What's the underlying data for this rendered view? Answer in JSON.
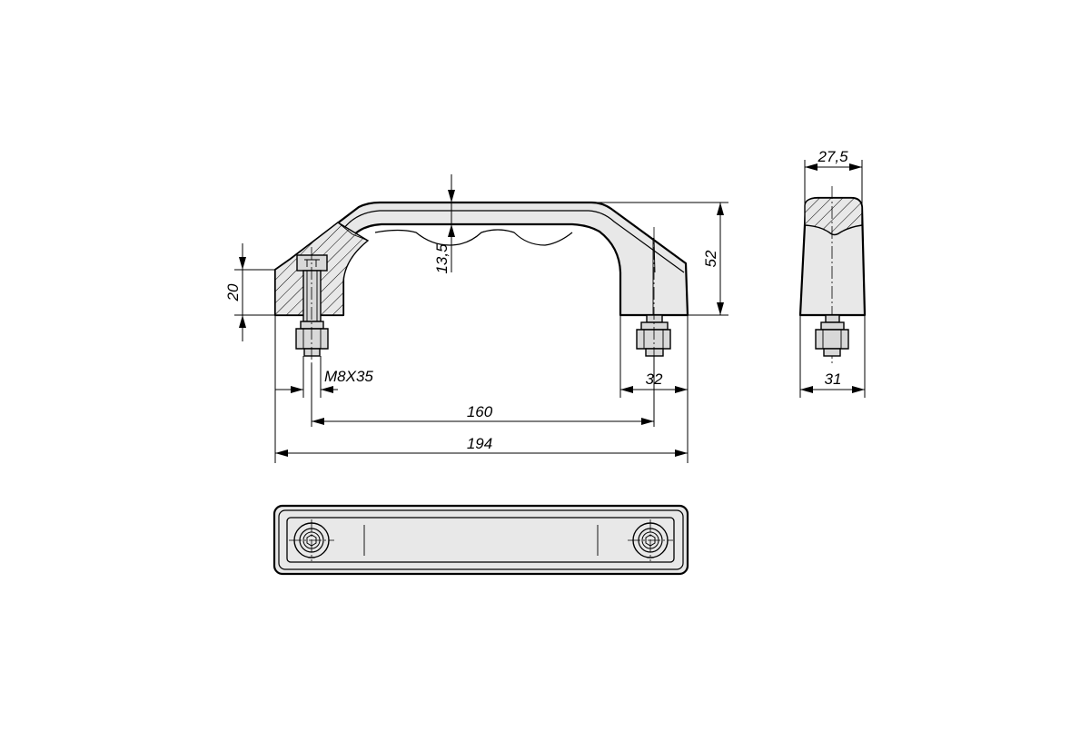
{
  "dimensions": {
    "d_52": "52",
    "d_20": "20",
    "d_13_5": "13,5",
    "d_m8x35": "M8X35",
    "d_32": "32",
    "d_160": "160",
    "d_194": "194",
    "d_27_5": "27,5",
    "d_31": "31"
  }
}
